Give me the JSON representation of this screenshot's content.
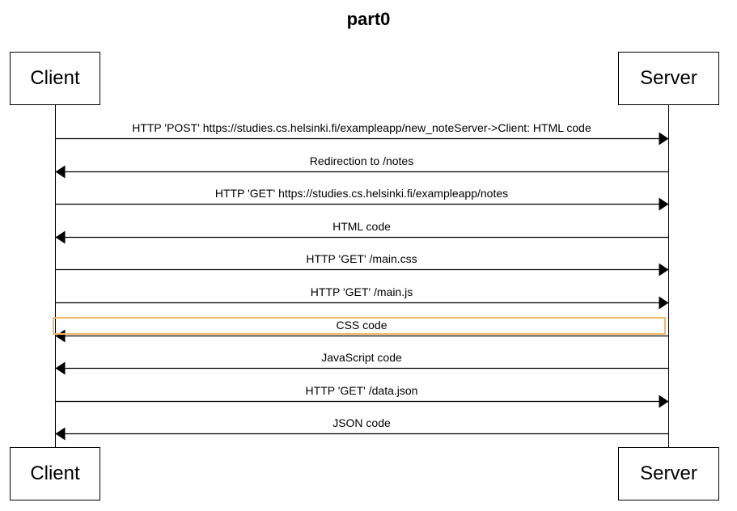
{
  "title": "part0",
  "participants": {
    "client": "Client",
    "server": "Server"
  },
  "messages": [
    {
      "from": "client",
      "to": "server",
      "label": "HTTP 'POST' https://studies.cs.helsinki.fi/exampleapp/new_noteServer->Client: HTML code"
    },
    {
      "from": "server",
      "to": "client",
      "label": "Redirection to /notes"
    },
    {
      "from": "client",
      "to": "server",
      "label": "HTTP 'GET' https://studies.cs.helsinki.fi/exampleapp/notes"
    },
    {
      "from": "server",
      "to": "client",
      "label": "HTML code"
    },
    {
      "from": "client",
      "to": "server",
      "label": "HTTP 'GET' /main.css"
    },
    {
      "from": "client",
      "to": "server",
      "label": "HTTP 'GET' /main.js"
    },
    {
      "from": "server",
      "to": "client",
      "label": "CSS code",
      "highlighted": true
    },
    {
      "from": "server",
      "to": "client",
      "label": "JavaScript code"
    },
    {
      "from": "client",
      "to": "server",
      "label": "HTTP 'GET' /data.json"
    },
    {
      "from": "server",
      "to": "client",
      "label": "JSON code"
    }
  ],
  "colors": {
    "line": "#000000",
    "highlight": "#f2b866"
  }
}
